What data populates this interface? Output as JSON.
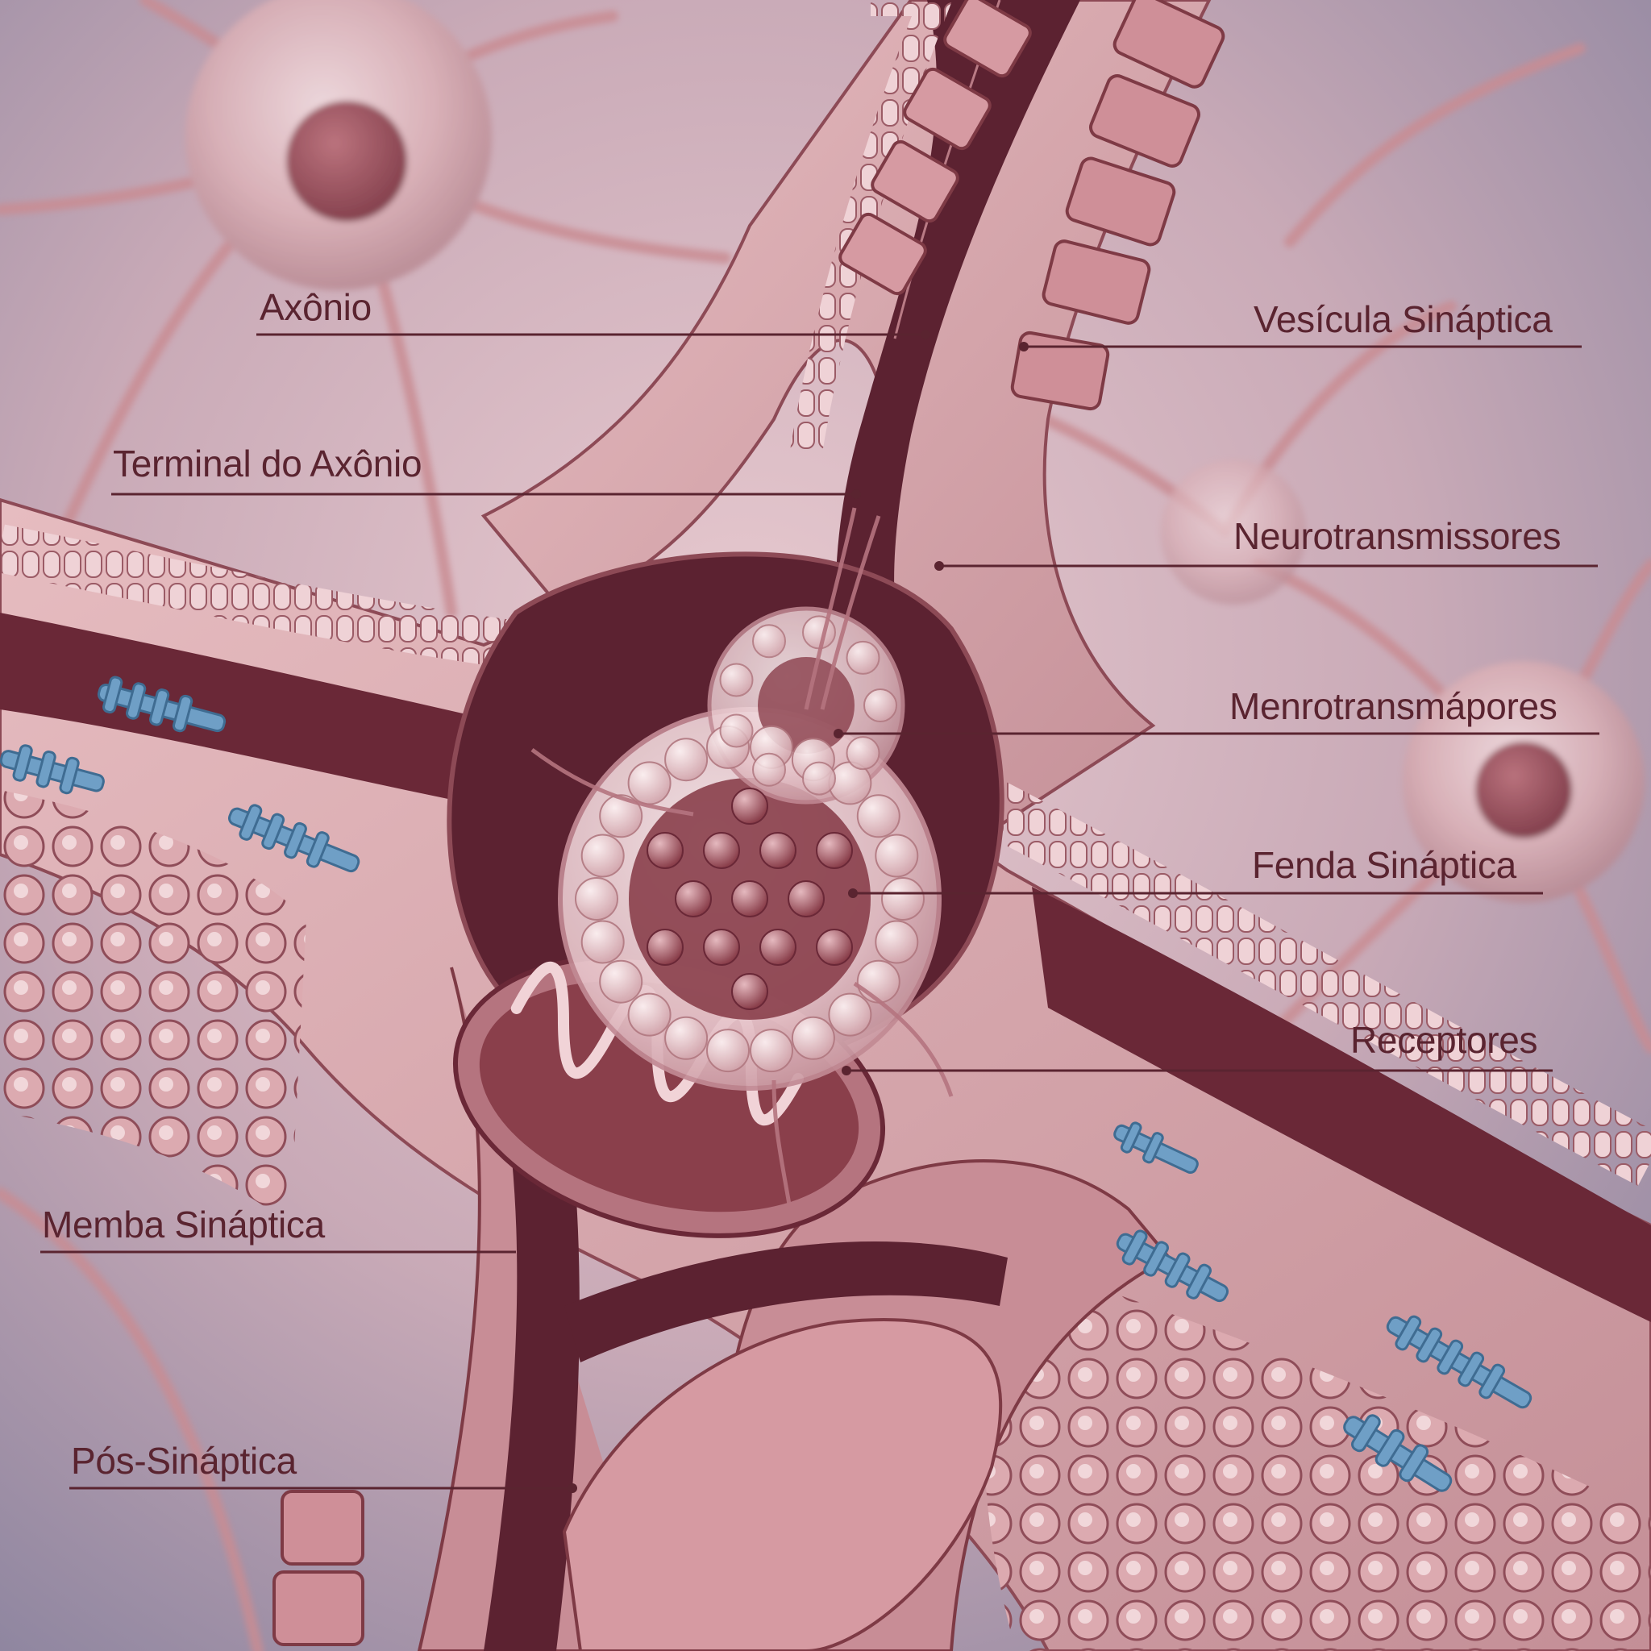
{
  "diagram": {
    "labels": {
      "axon": "Axônio",
      "axon_terminal": "Terminal do Axônio",
      "synaptic_vesicle": "Vesícula Sináptica",
      "neurotransmitters": "Neurotransmissores",
      "neurotransmitters_variant": "Menrotransmápores",
      "synaptic_cleft": "Fenda Sináptica",
      "receptors": "Receptores",
      "synaptic_membrane": "Memba Sináptica",
      "postsynaptic": "Pós-Sináptica"
    },
    "colors": {
      "background": "#a99aa9",
      "tissue": "#d7a4a7",
      "tissue_dark": "#7e3a45",
      "cavity": "#5c2231",
      "label_text": "#5a2430",
      "leader_line": "#5a2430",
      "channel_blue": "#6f9fc6",
      "vesicle": "#efd6da"
    }
  }
}
